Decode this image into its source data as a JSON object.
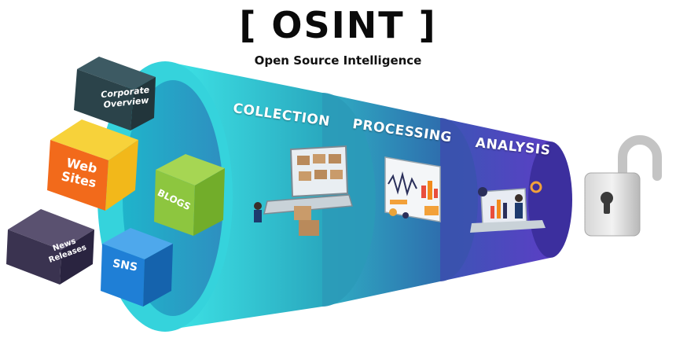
{
  "header": {
    "title": "[ OSINT ]",
    "subtitle": "Open Source Intelligence"
  },
  "stages": [
    {
      "label": "COLLECTION"
    },
    {
      "label": "PROCESSING"
    },
    {
      "label": "ANALYSIS"
    }
  ],
  "sources": {
    "corporate_overview": "Corporate\nOverview",
    "web_sites": "Web\nSites",
    "blogs": "BLOGS",
    "news_releases": "News\nReleases",
    "sns": "SNS"
  },
  "colors": {
    "collection": "#3fd2d8",
    "processing": "#2a8fb0",
    "analysis": "#4b3bb8",
    "cube_dark": "#2f4a52",
    "cube_yellow": "#f4c20d",
    "cube_orange": "#f26a1b",
    "cube_green": "#8dc63f",
    "cube_purple": "#3a3350",
    "cube_blue": "#1f7fd6"
  }
}
